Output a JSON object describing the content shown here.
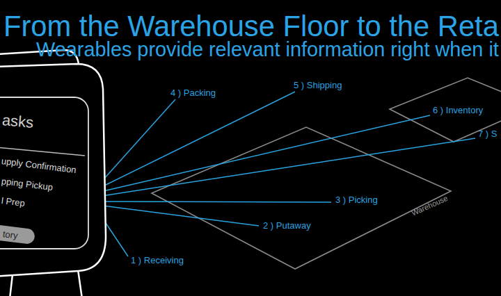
{
  "diagram": {
    "title": "From the Warehouse Floor to the Reta",
    "labels": [
      "Wearables provide relevant information right when it",
      "asks",
      "upply Confirmation",
      "pping Pickup",
      "l Prep",
      "tory",
      "4 ) Packing",
      "5 ) Shipping",
      "6 ) Inventory",
      "7 ) S",
      "3 ) Picking",
      "2 ) Putaway",
      "1 ) Receiving",
      "Warehouse"
    ]
  }
}
